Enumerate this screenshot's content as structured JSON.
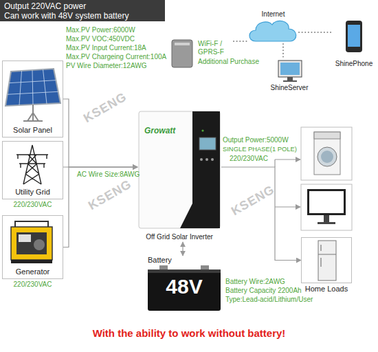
{
  "diagram": {
    "title": "Output 220VAC power",
    "caption": "With the ability to work without battery!",
    "nodes": [
      {
        "text": [
          "Solar Panel"
        ]
      },
      {
        "text": [
          "Utility Grid",
          "220/230VAC"
        ]
      },
      {
        "text": [
          "Generator",
          "220/230VAC"
        ]
      },
      {
        "text": [
          "Growatt",
          "Off Grid Solar Inverter"
        ]
      },
      {
        "text": [
          "WiFi-F / GPRS-F"
        ]
      },
      {
        "text": [
          "Internet"
        ]
      },
      {
        "text": [
          "ShinePhone"
        ]
      },
      {
        "text": [
          "ShineServer"
        ]
      },
      {
        "text": [
          "Battery",
          "48V"
        ]
      },
      {
        "text": [
          "Home Loads"
        ]
      }
    ],
    "edges": [
      {
        "from": 0,
        "to": 3,
        "arrow": "to"
      },
      {
        "from": 1,
        "to": 3,
        "arrow": "to"
      },
      {
        "from": 2,
        "to": 3,
        "arrow": "to"
      },
      {
        "from": 3,
        "to": 8,
        "arrow": "both"
      },
      {
        "from": 3,
        "to": 9,
        "arrow": "to"
      },
      {
        "from": 4,
        "to": 5,
        "arrow": "none"
      },
      {
        "from": 5,
        "to": 6,
        "arrow": "none"
      },
      {
        "from": 5,
        "to": 7,
        "arrow": "none"
      }
    ],
    "labels": [
      "Can work with 48V system battery",
      "Max.PV Power:6000W",
      "Max.PV VOC:450VDC",
      "Max.PV Input Current:18A",
      "Max.PV Chargeing Current:100A",
      "PV Wire Diameter:12AWG",
      "Additional Purchase",
      "AC Wire Size:8AWG",
      "Output Power:5000W",
      "SINGLE PHASE(1 POLE)",
      "220/230VAC",
      "Battery Wire:2AWG",
      "Battery Capacity 2200Ah",
      "Type:Lead-acid/Lithium/User",
      "KSENG",
      "KSENG",
      "KSENG"
    ]
  }
}
